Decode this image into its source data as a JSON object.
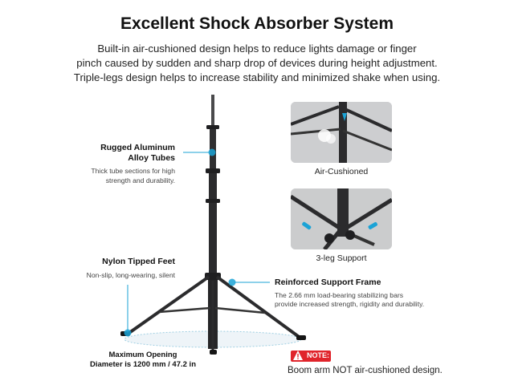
{
  "title": "Excellent Shock Absorber System",
  "description": [
    "Built-in air-cushioned design helps to reduce lights damage or finger",
    "pinch caused by sudden and sharp drop of devices during height adjustment.",
    "Triple-legs design helps to increase stability and minimized shake when using."
  ],
  "features": {
    "tubes": {
      "label_line1": "Rugged Aluminum",
      "label_line2": "Alloy Tubes",
      "detail_line1": "Thick tube sections for high",
      "detail_line2": "strength and durability."
    },
    "feet": {
      "label": "Nylon Tipped Feet",
      "detail": "Non-slip, long-wearing, silent"
    },
    "frame": {
      "label": "Reinforced Support Frame",
      "detail_line1": "The 2.66 mm load-bearing stabilizing bars",
      "detail_line2": "provide increased strength, rigidity and durability."
    },
    "opening": {
      "line1": "Maximum Opening",
      "line2": "Diameter is 1200 mm / 47.2 in"
    }
  },
  "insets": [
    {
      "caption": "Air-Cushioned"
    },
    {
      "caption": "3-leg Support"
    }
  ],
  "note": {
    "badge": "NOTE:",
    "text": "Boom arm NOT air-cushioned design."
  },
  "colors": {
    "accent": "#1ba3d6",
    "note_red": "#e0242b",
    "stand": "#2b2b2d"
  }
}
